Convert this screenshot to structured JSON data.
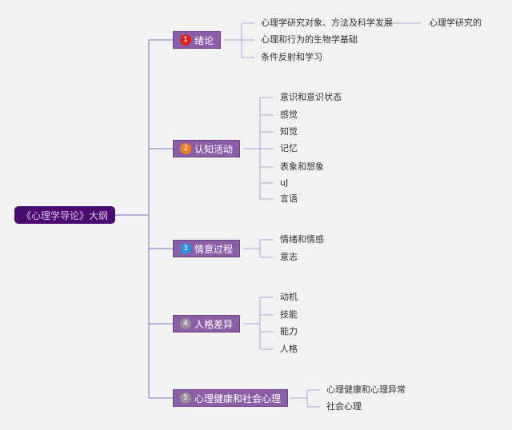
{
  "root": {
    "label": "《心理学导论》大纲"
  },
  "colors": {
    "root_bg": "#4b0a6e",
    "section_bg": "#8b5fa6",
    "line": "#9a8cc8",
    "leaf_line": "#b3a8d6"
  },
  "sections": [
    {
      "number": "1",
      "label": "绪论",
      "badge_color": "#e0251b",
      "items": [
        "心理学研究对象、方法及科学发展",
        "心理和行为的生物学基础",
        "条件反射和学习"
      ]
    },
    {
      "number": "2",
      "label": "认知活动",
      "badge_color": "#ef7d22",
      "items": [
        "意识和意识状态",
        "感觉",
        "知觉",
        "记忆",
        "表象和想象",
        "uJ",
        "言语"
      ]
    },
    {
      "number": "3",
      "label": "情意过程",
      "badge_color": "#2b8fd9",
      "items": [
        "情绪和情感",
        "意志"
      ]
    },
    {
      "number": "4",
      "label": "人格差异",
      "badge_color": "#9a8f9e",
      "items": [
        "动机",
        "技能",
        "能力",
        "人格"
      ]
    },
    {
      "number": "5",
      "label": "心理健康和社会心理",
      "badge_color": "#9a8f9e",
      "items": [
        "心理健康和心理异常",
        "社会心理"
      ]
    }
  ],
  "sub_items": [
    {
      "label": "心理学研究的"
    }
  ]
}
